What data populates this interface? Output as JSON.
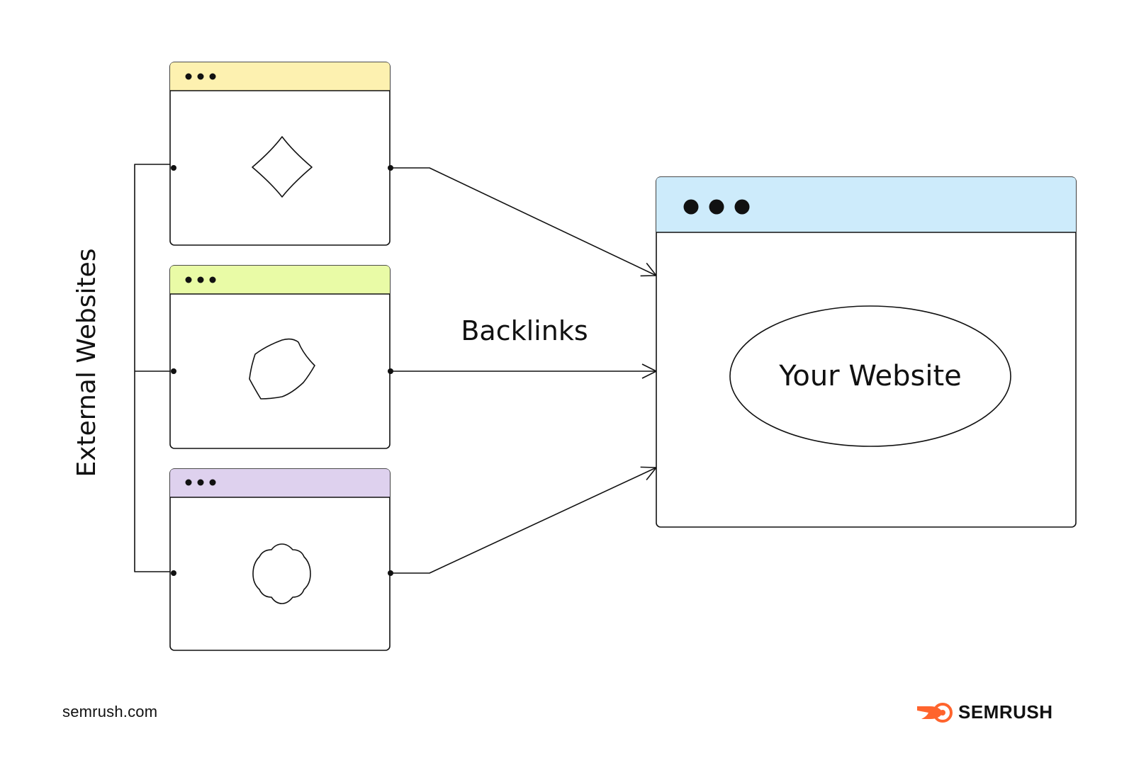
{
  "diagram": {
    "left_label": "External Websites",
    "arrow_label": "Backlinks",
    "target_label": "Your Website"
  },
  "sources": [
    {
      "name": "external-website-1",
      "bar_color": "#FDF1B0"
    },
    {
      "name": "external-website-2",
      "bar_color": "#E9FBA6"
    },
    {
      "name": "external-website-3",
      "bar_color": "#DED1EE"
    }
  ],
  "target": {
    "bar_color": "#CDEBFB"
  },
  "footer": {
    "domain": "semrush.com",
    "brand": "SEMRUSH",
    "brand_color": "#FF642D"
  }
}
